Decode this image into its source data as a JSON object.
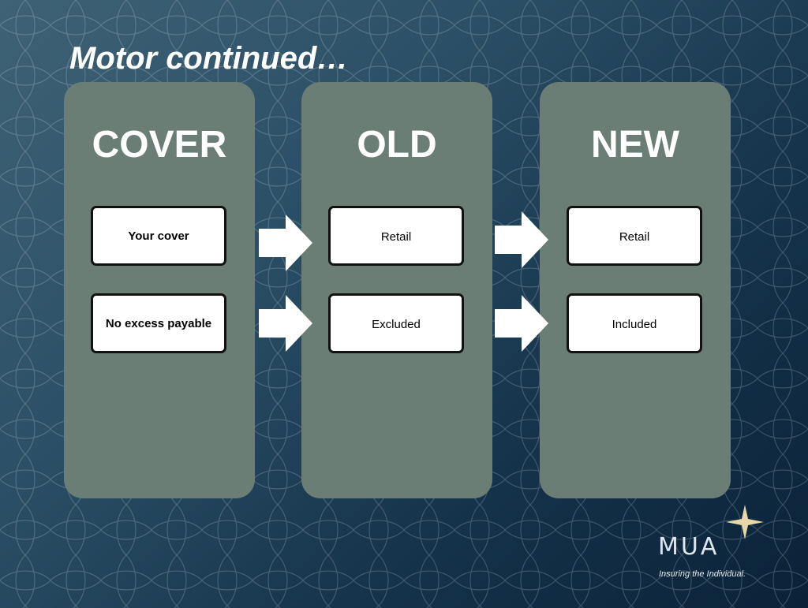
{
  "slide": {
    "title": "Motor continued…"
  },
  "columns": [
    {
      "heading": "COVER",
      "items": [
        "Your cover",
        "No excess payable"
      ]
    },
    {
      "heading": "OLD",
      "items": [
        "Retail",
        "Excluded"
      ]
    },
    {
      "heading": "NEW",
      "items": [
        "Retail",
        "Included"
      ]
    }
  ],
  "icons": {
    "arrows": "right-arrow-icon",
    "logo_star": "star-icon"
  },
  "colors": {
    "background_dark": "#0a2238",
    "background_light": "#3f6276",
    "column_fill": "#6b7e76",
    "box_fill": "#ffffff",
    "logo_star": "#e6d7a8"
  },
  "logo": {
    "name": "MUA",
    "tagline": "Insuring the Individual."
  }
}
